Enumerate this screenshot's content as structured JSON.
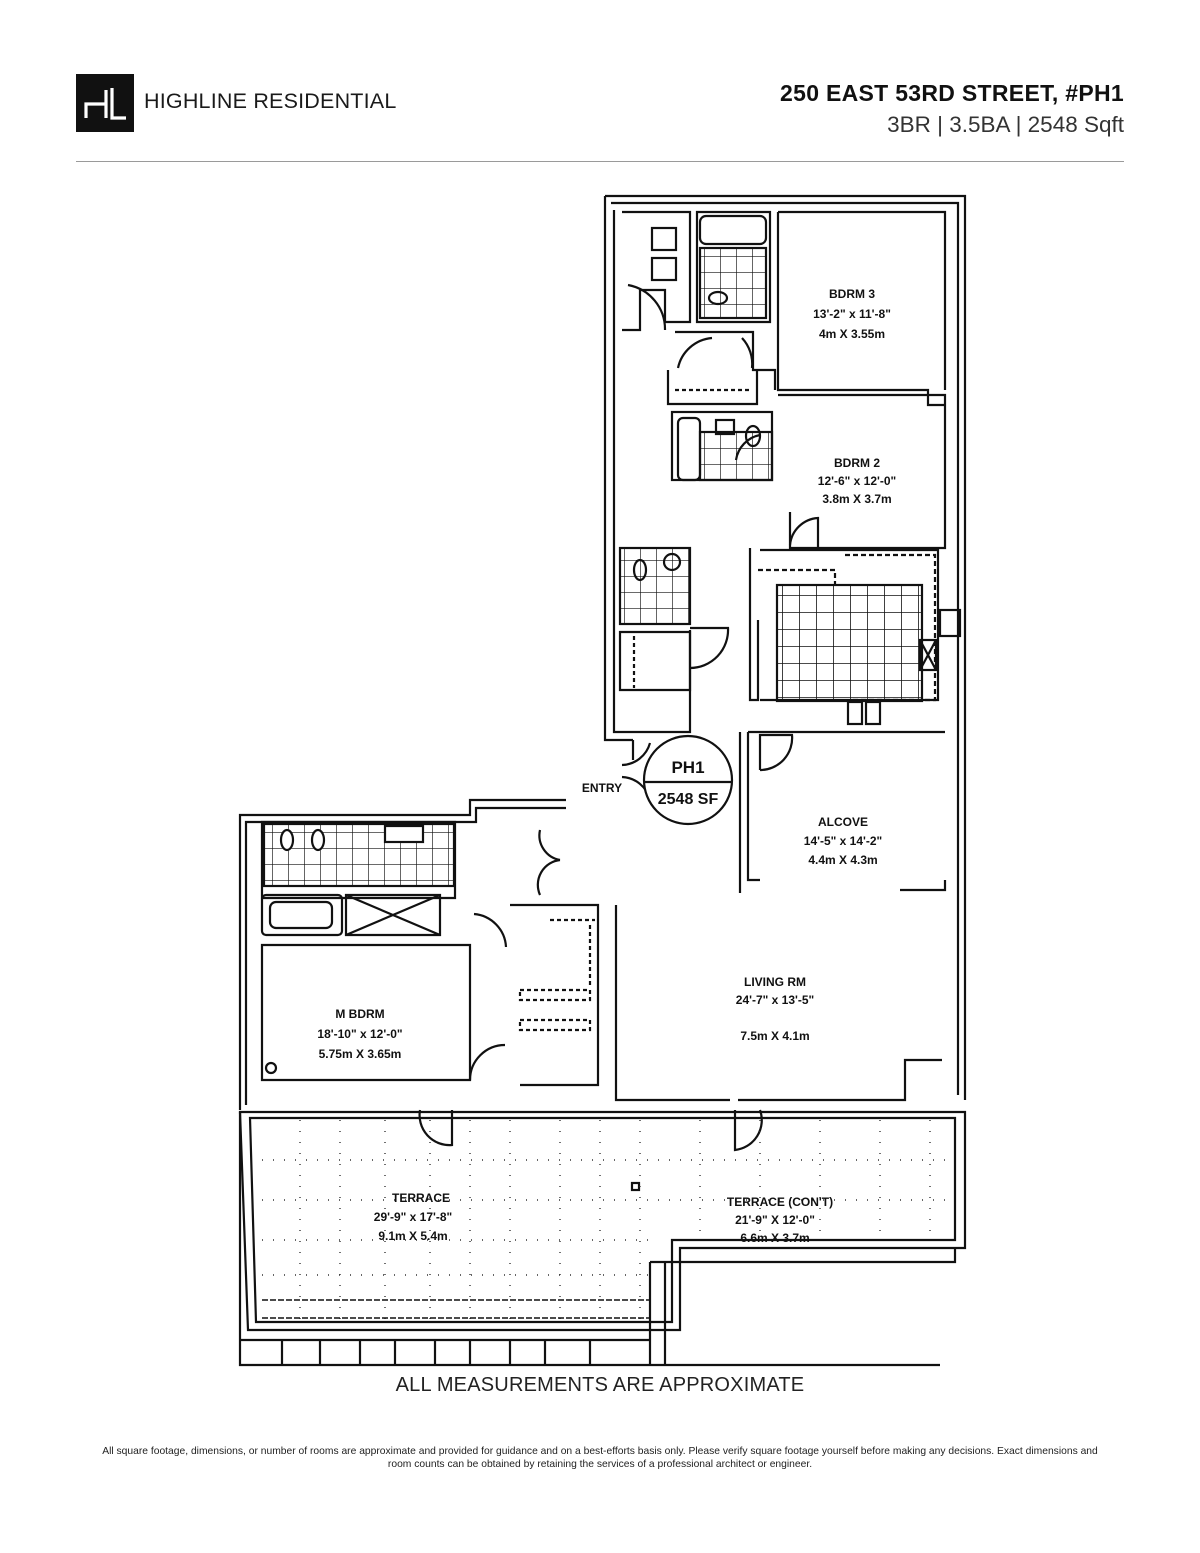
{
  "header": {
    "logo_glyph": "HL",
    "brand_name": "HIGHLINE RESIDENTIAL",
    "address": "250 EAST 53RD STREET, #PH1",
    "specs": "3BR | 3.5BA | 2548 Sqft",
    "specs_parts": {
      "bedrooms": "3BR",
      "bathrooms": "3.5BA",
      "area": "2548 Sqft"
    }
  },
  "floorplan": {
    "unit_label": "PH1",
    "unit_area": "2548 SF",
    "entry_label": "ENTRY",
    "rooms": [
      {
        "name": "BDRM 3",
        "imperial": "13'-2\" x 11'-8\"",
        "metric": "4m X 3.55m"
      },
      {
        "name": "BDRM 2",
        "imperial": "12'-6\" x 12'-0\"",
        "metric": "3.8m X 3.7m"
      },
      {
        "name": "ALCOVE",
        "imperial": "14'-5\" x 14'-2\"",
        "metric": "4.4m X 4.3m"
      },
      {
        "name": "LIVING RM",
        "imperial": "24'-7\" x 13'-5\"",
        "metric": "7.5m X 4.1m"
      },
      {
        "name": "M BDRM",
        "imperial": "18'-10\" x 12'-0\"",
        "metric": "5.75m X 3.65m"
      },
      {
        "name": "TERRACE",
        "imperial": "29'-9\" x 17'-8\"",
        "metric": "9.1m X 5.4m"
      },
      {
        "name": "TERRACE (CON'T)",
        "imperial": "21'-9\" X 12'-0\"",
        "metric": "6.6m X 3.7m"
      }
    ]
  },
  "footer": {
    "approx_notice": "ALL MEASUREMENTS ARE APPROXIMATE",
    "disclaimer": "All square footage, dimensions, or number of rooms are approximate and provided for guidance and on a best-efforts basis only. Please verify square footage yourself before making any decisions. Exact dimensions and room counts can be obtained by retaining the services of a professional architect or engineer."
  }
}
